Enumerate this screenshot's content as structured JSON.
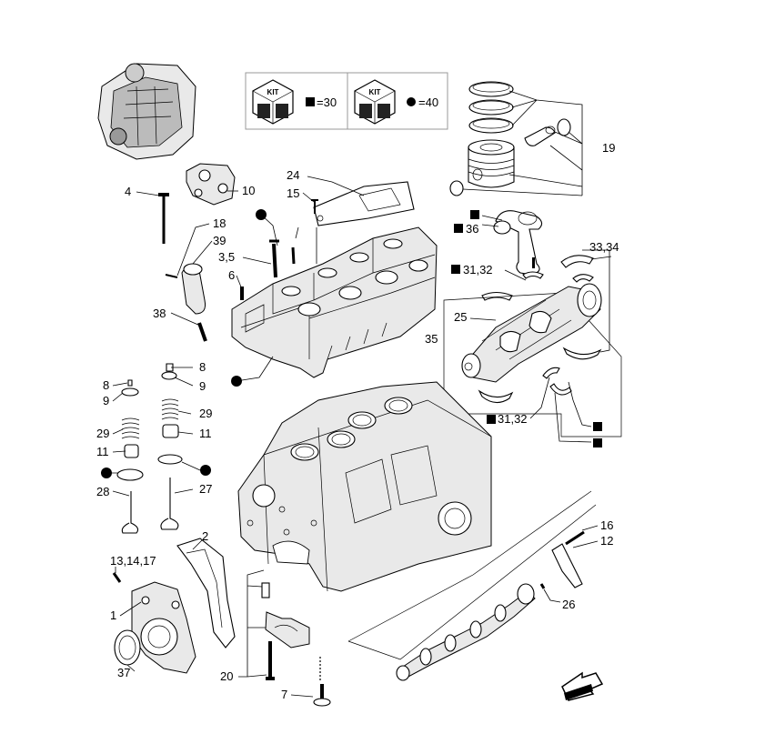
{
  "kits": [
    {
      "text": "KIT",
      "value": "=30"
    },
    {
      "text": "KIT",
      "value": "=40"
    }
  ],
  "labels": {
    "l4": "4",
    "l10": "10",
    "l24": "24",
    "l15": "15",
    "l18": "18",
    "l39": "39",
    "l35a": "3,5",
    "l6": "6",
    "l38": "38",
    "l19": "19",
    "l36": "36",
    "l3334": "33,34",
    "l3132a": "31,32",
    "l25": "25",
    "l35": "35",
    "l3132b": "31,32",
    "l8a": "8",
    "l9a": "9",
    "l29a": "29",
    "l11a": "11",
    "l28": "28",
    "l8b": "8",
    "l9b": "9",
    "l29b": "29",
    "l11b": "11",
    "l27": "27",
    "l2": "2",
    "l131417": "13,14,17",
    "l1": "1",
    "l37": "37",
    "l20": "20",
    "l7": "7",
    "l16": "16",
    "l12": "12",
    "l26": "26"
  }
}
